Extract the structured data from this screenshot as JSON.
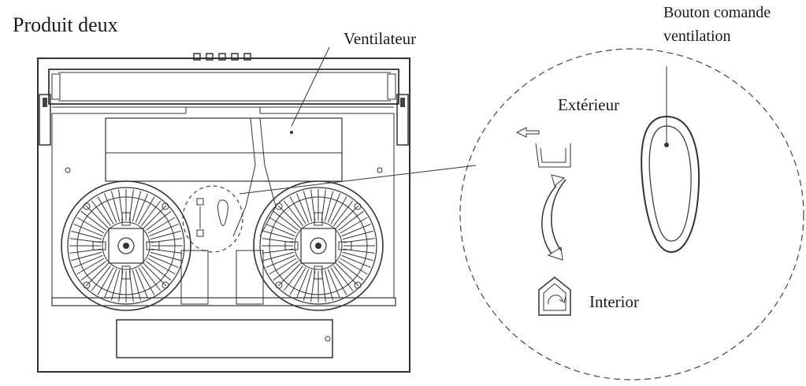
{
  "labels": {
    "title": "Produit deux",
    "ventilateur": "Ventilateur",
    "bouton_line1": "Bouton comande",
    "bouton_line2": "ventilation",
    "exterieur": "Extérieur",
    "interior": "Interior"
  },
  "colors": {
    "line": "#333333",
    "background": "#ffffff"
  },
  "icons": [
    "fan-icon",
    "knob-slot-icon",
    "arrow-exterior-icon",
    "double-arrow-icon",
    "recirculation-icon"
  ]
}
